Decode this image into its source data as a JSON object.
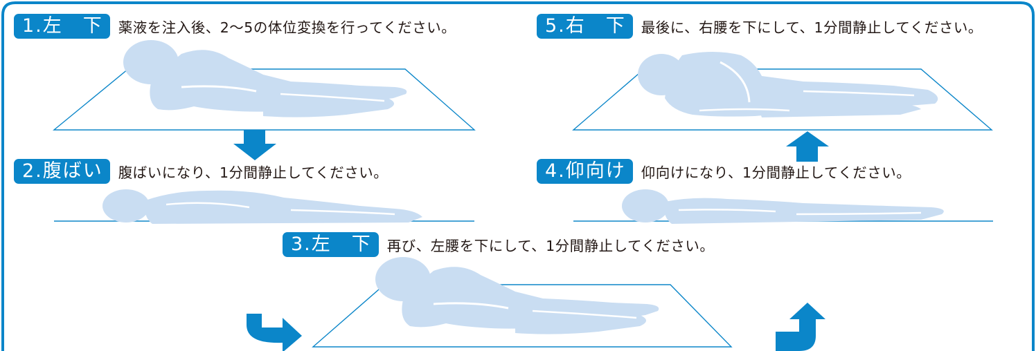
{
  "colors": {
    "accent": "#0b86c9",
    "body_fill": "#c9ddf2",
    "body_highlight": "#ffffff",
    "text": "#231815"
  },
  "steps": [
    {
      "id": "step1",
      "label": "1.左　下",
      "text": "薬液を注入後、2～5の体位変換を行ってください。",
      "pose": "lying on left side"
    },
    {
      "id": "step2",
      "label": "2.腹ばい",
      "text": "腹ばいになり、1分間静止してください。",
      "pose": "lying face down"
    },
    {
      "id": "step3",
      "label": "3.左　下",
      "text": "再び、左腰を下にして、1分間静止してください。",
      "pose": "lying on left side"
    },
    {
      "id": "step4",
      "label": "4.仰向け",
      "text": "仰向けになり、1分間静止してください。",
      "pose": "lying face up"
    },
    {
      "id": "step5",
      "label": "5.右　下",
      "text": "最後に、右腰を下にして、1分間静止してください。",
      "pose": "lying on right side"
    }
  ],
  "arrows": [
    {
      "from": "step1",
      "to": "step2",
      "direction": "down"
    },
    {
      "from": "step2",
      "to": "step3",
      "direction": "down-then-right"
    },
    {
      "from": "step3",
      "to": "step4",
      "direction": "right-then-up"
    },
    {
      "from": "step4",
      "to": "step5",
      "direction": "up"
    }
  ]
}
